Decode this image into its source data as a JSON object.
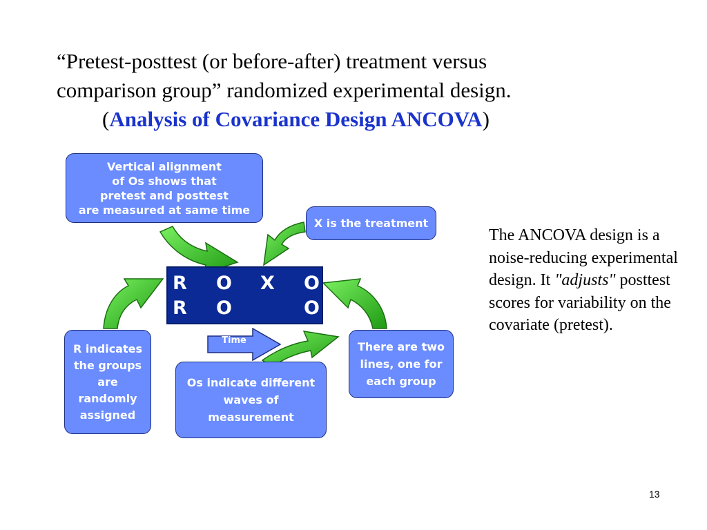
{
  "title": {
    "line1": "“Pretest-posttest (or before-after) treatment versus",
    "line2": "comparison group” randomized experimental design.",
    "line3_open": "(",
    "line3_accent": "Analysis of Covariance Design ANCOVA",
    "line3_close": ")"
  },
  "callouts": {
    "vertical_alignment": "Vertical alignment\nof Os shows that\npretest and posttest\nare measured at same time",
    "treatment": "X is the treatment",
    "random": "R indicates\nthe groups\nare\nrandomly\nassigned",
    "waves": "Os indicate different\nwaves of\nmeasurement",
    "two_lines": "There are two\nlines, one for\neach group"
  },
  "notation": {
    "row1": [
      "R",
      "O",
      "X",
      "O"
    ],
    "row2": [
      "R",
      "O",
      "O"
    ]
  },
  "time_label": "Time",
  "side_text": {
    "part1": "The ANCOVA design is a noise-reducing experimental design. It ",
    "emphasis": "\"adjusts\"",
    "part2": " posttest scores for variability on the covariate (pretest)."
  },
  "page_number": "13",
  "colors": {
    "callout_fill": "#6a8cff",
    "notation_fill": "#0b2a96",
    "arrow_green": "#33cc22",
    "title_accent": "#1a33cc"
  },
  "icons": [
    "green-curved-arrow",
    "time-arrow"
  ]
}
